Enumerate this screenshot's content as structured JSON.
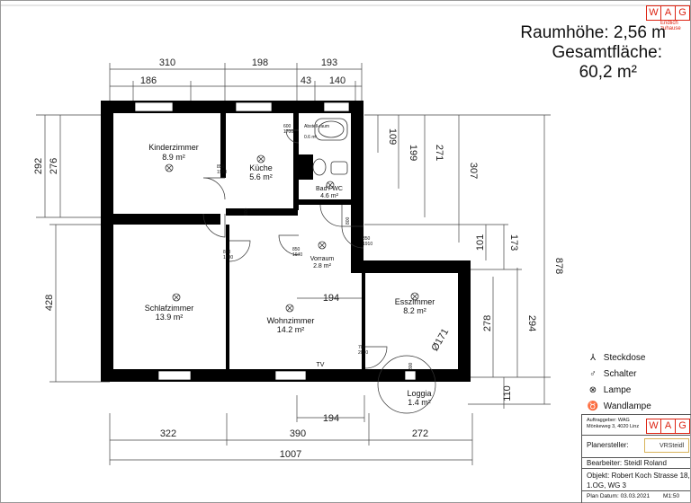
{
  "header": {
    "room_height": "Raumhöhe: 2,56 m",
    "total_area_label": "Gesamtfläche:",
    "total_area_value": "60,2 m²"
  },
  "logo": {
    "letters": [
      "W",
      "A",
      "G"
    ],
    "tagline": "Endlich zuhause"
  },
  "rooms": {
    "kinderzimmer": {
      "name": "Kinderzimmer",
      "area": "8.9 m²"
    },
    "kueche": {
      "name": "Küche",
      "area": "5.6 m²"
    },
    "bad": {
      "name": "Bad / WC",
      "area": "4.6 m²"
    },
    "abstellraum": {
      "name": "Abstell-raum",
      "area": "0.6 m²"
    },
    "vorraum": {
      "name": "Vorraum",
      "area": "2.8 m²"
    },
    "schlafzimmer": {
      "name": "Schlafzimmer",
      "area": "13.9 m²"
    },
    "wohnzimmer": {
      "name": "Wohnzimmer",
      "area": "14.2 m²"
    },
    "esszimmer": {
      "name": "Esszimmer",
      "area": "8.2 m²"
    },
    "loggia": {
      "name": "Loggia",
      "area": "1.4 m²"
    },
    "tv": "TV"
  },
  "dimensions": {
    "top_outer": [
      "310",
      "198",
      "193"
    ],
    "top_inner": [
      "186",
      "43",
      "140"
    ],
    "left": [
      "292",
      "276",
      "428"
    ],
    "right": [
      "109",
      "199",
      "271",
      "307",
      "101",
      "173",
      "278",
      "294",
      "878",
      "110"
    ],
    "bottom": [
      "322",
      "390",
      "272"
    ],
    "bottom_total": "1007",
    "inner": [
      "194",
      "194"
    ],
    "diameter": "Ø171"
  },
  "doors": {
    "d1": [
      "850",
      "1930"
    ],
    "d2": [
      "850",
      "1930"
    ],
    "d3": [
      "850",
      "1940"
    ],
    "d4": [
      "850",
      "1910"
    ],
    "d5": [
      "800",
      "2010"
    ],
    "d6": [
      "700",
      "2010"
    ],
    "d7": [
      "600",
      "1700"
    ],
    "d8": [
      "800",
      "2010"
    ],
    "d9": [
      "800",
      "1950"
    ]
  },
  "legend": [
    {
      "icon": "⅄",
      "label": "Steckdose",
      "icon_name": "socket-icon"
    },
    {
      "icon": "♂",
      "label": "Schalter",
      "icon_name": "switch-icon"
    },
    {
      "icon": "⊗",
      "label": "Lampe",
      "icon_name": "lamp-icon"
    },
    {
      "icon": "♉",
      "label": "Wandlampe",
      "icon_name": "wall-lamp-icon"
    }
  ],
  "title_block": {
    "auftraggeber": "Auftraggeber: WAG",
    "address_small": "Mönkeweg 3, 4020 Linz",
    "planersteller_label": "Planersteller:",
    "planersteller_logo": "VRSteidl",
    "bearbeiter": "Bearbeiter: Steidl Roland",
    "objekt_line1": "Objekt: Robert Koch Strasse 18,",
    "objekt_line2": "1.OG, WG 3",
    "plan_datum": "Plan Datum: 03.03.2021",
    "scale": "M1:50"
  }
}
